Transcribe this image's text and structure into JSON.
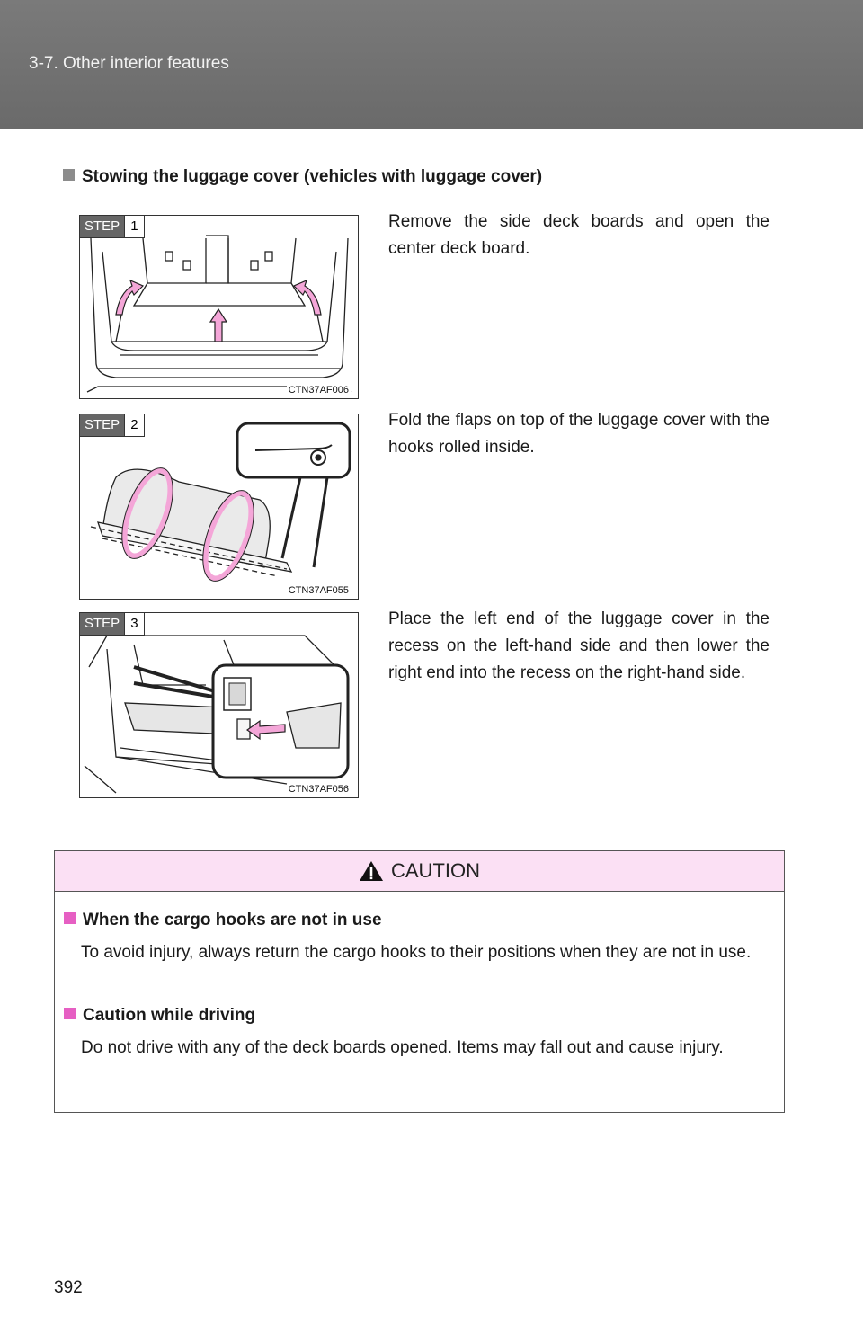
{
  "header": {
    "section_title": "3-7. Other interior features"
  },
  "section": {
    "heading": "Stowing the luggage cover (vehicles with luggage cover)"
  },
  "steps": [
    {
      "label": "STEP",
      "number": "1",
      "figure_code": "CTN37AF006",
      "text": "Remove the side deck boards and open the center deck board."
    },
    {
      "label": "STEP",
      "number": "2",
      "figure_code": "CTN37AF055",
      "text": "Fold the flaps on top of the luggage cover with the hooks rolled inside."
    },
    {
      "label": "STEP",
      "number": "3",
      "figure_code": "CTN37AF056",
      "text": "Place the left end of the luggage cover in the recess on the left-hand side and then lower the right end into the recess on the right-hand side."
    }
  ],
  "caution": {
    "title": "CAUTION",
    "items": [
      {
        "heading": "When the cargo hooks are not in use",
        "body": "To avoid injury, always return the cargo hooks to their positions when they are not in use."
      },
      {
        "heading": "Caution while driving",
        "body": "Do not drive with any of the deck boards opened. Items may fall out and cause injury."
      }
    ]
  },
  "page_number": "392",
  "colors": {
    "header_band": "#6f6f6f",
    "caution_header": "#fbe0f4",
    "caution_bullet": "#e65fc3",
    "arrow_pink": "#f4a6d8"
  }
}
